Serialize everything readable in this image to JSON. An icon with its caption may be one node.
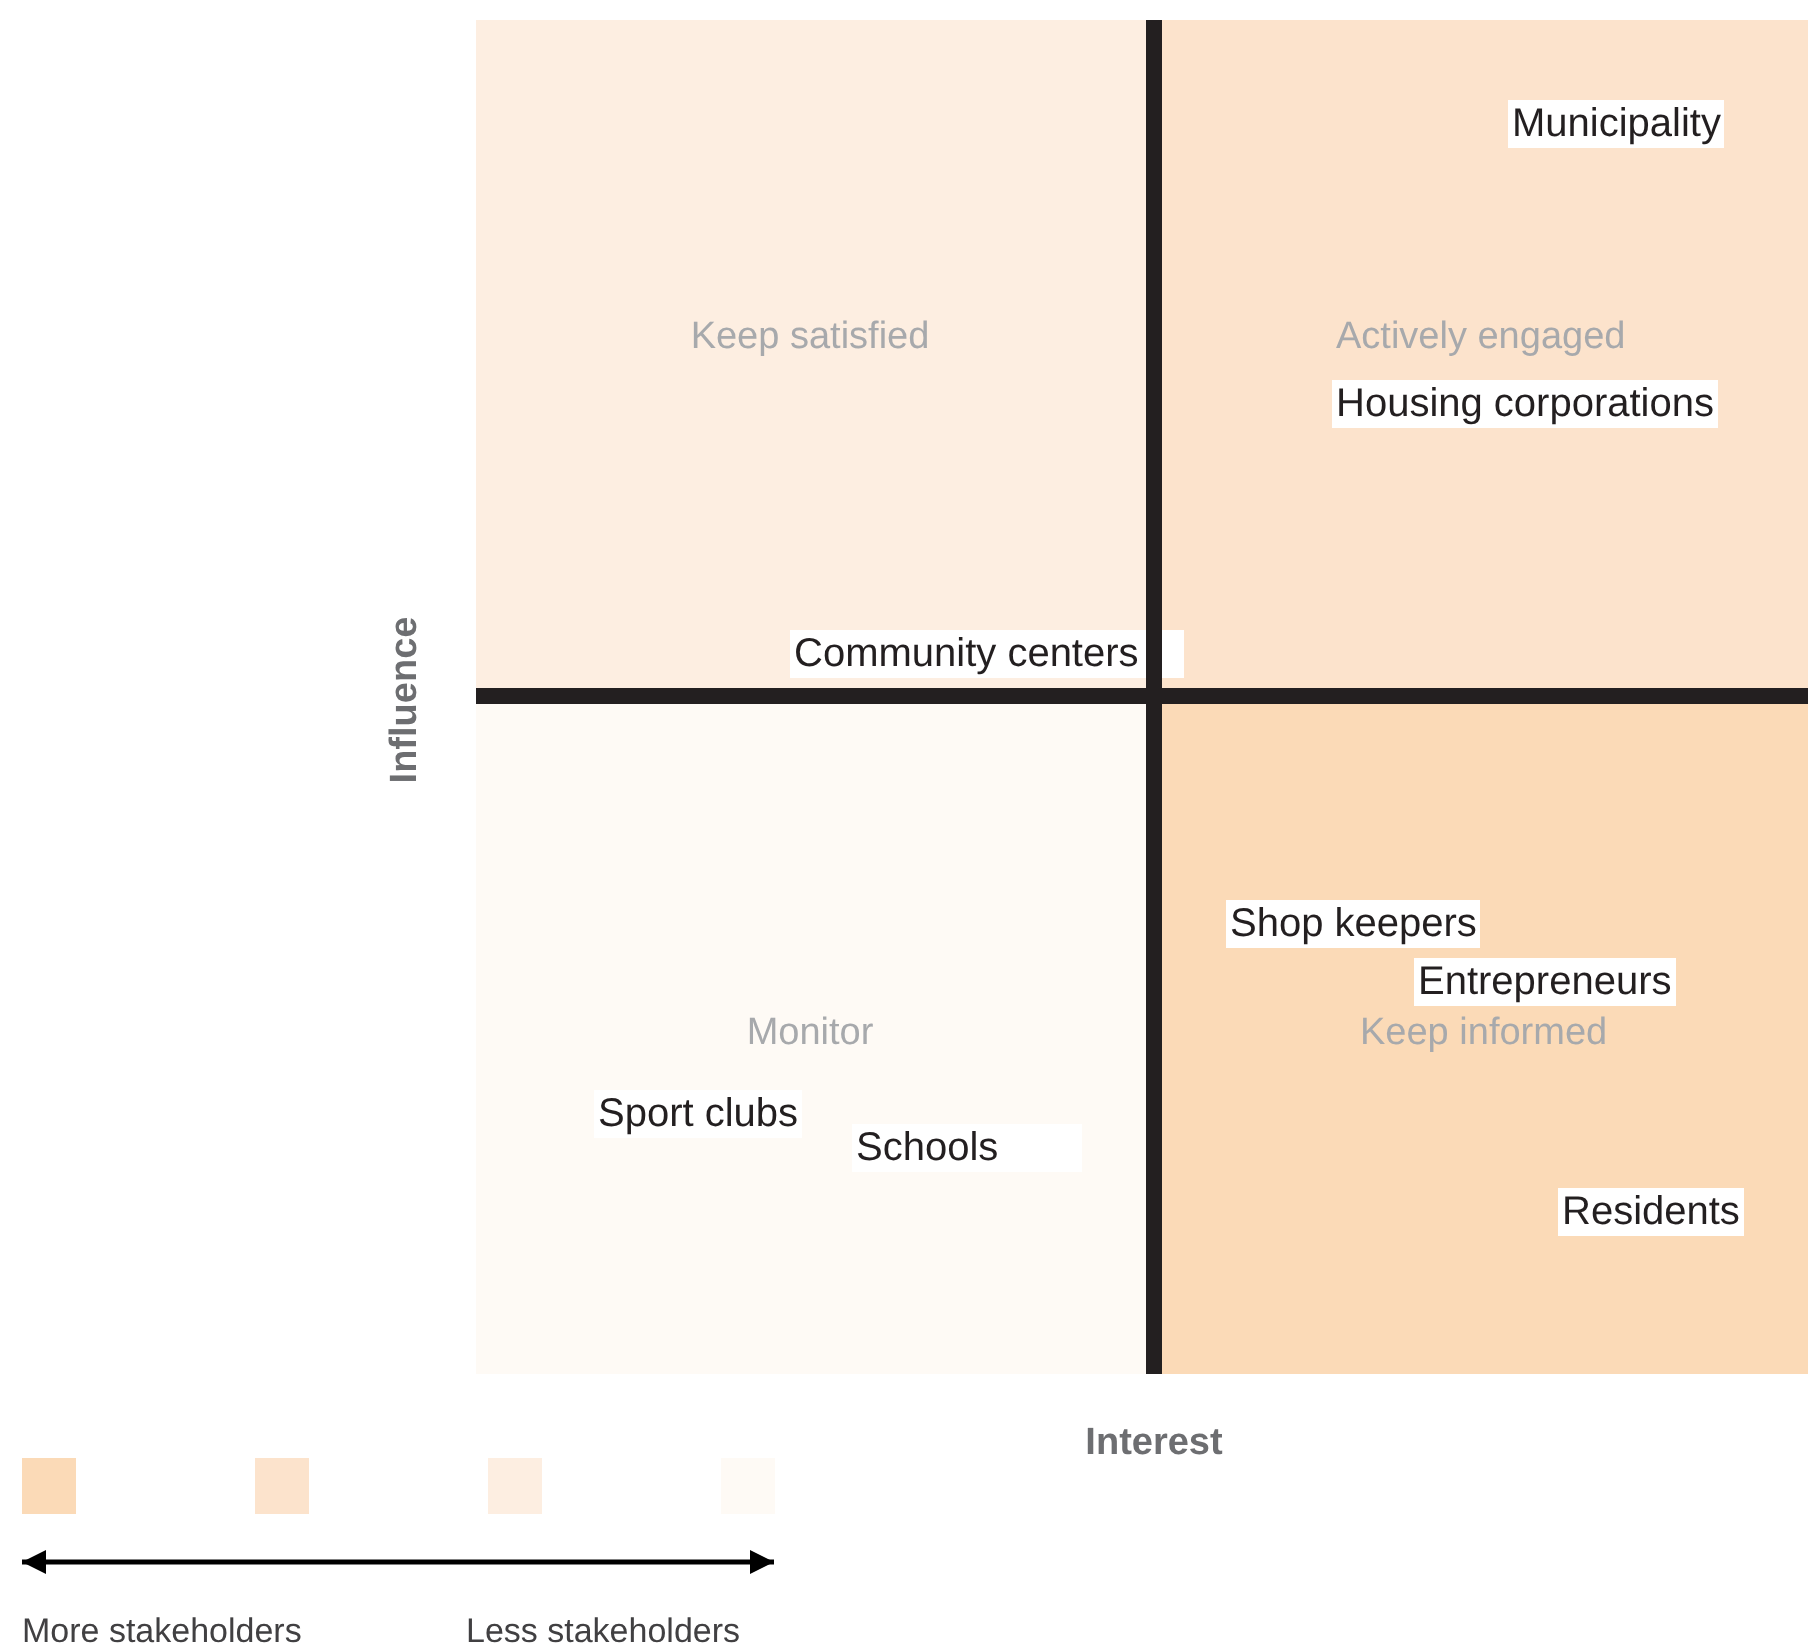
{
  "diagram": {
    "nodes": [
      {
        "text": [
          "Keep satisfied"
        ]
      },
      {
        "text": [
          "Actively engaged"
        ]
      },
      {
        "text": [
          "Municipality"
        ],
        "in": 1
      },
      {
        "text": [
          "Housing corporations"
        ],
        "in": 1
      },
      {
        "text": [
          "Community centers"
        ]
      },
      {
        "text": [
          "Monitor"
        ]
      },
      {
        "text": [
          "Sport clubs"
        ],
        "in": 5
      },
      {
        "text": [
          "Schools"
        ],
        "in": 5
      },
      {
        "text": [
          "Keep informed"
        ]
      },
      {
        "text": [
          "Shop keepers"
        ],
        "in": 8
      },
      {
        "text": [
          "Entrepreneurs"
        ],
        "in": 8
      },
      {
        "text": [
          "Residents"
        ],
        "in": 8
      }
    ],
    "edges": [],
    "labels": [
      "Influence",
      "Interest",
      "More stakeholders",
      "Less stakeholders"
    ]
  }
}
